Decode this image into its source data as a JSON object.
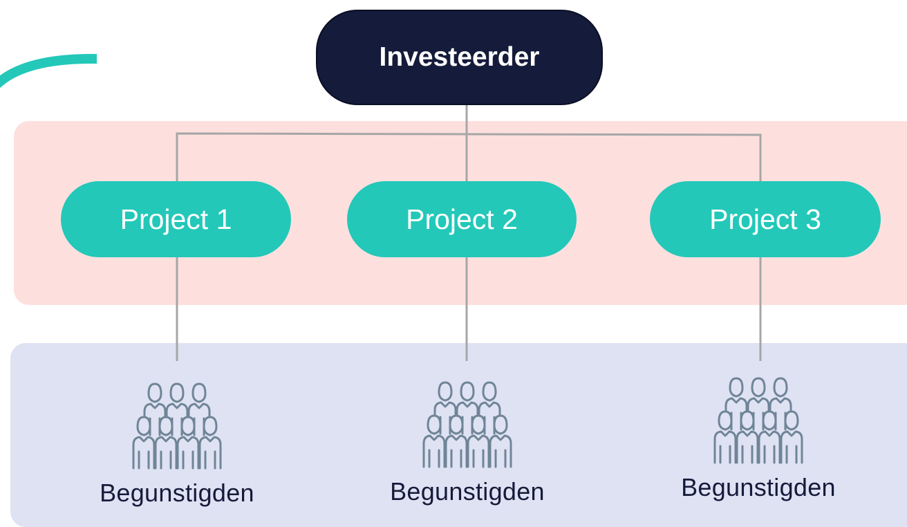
{
  "diagram": {
    "root": {
      "label": "Investeerder"
    },
    "projects": [
      {
        "label": "Project 1"
      },
      {
        "label": "Project 2"
      },
      {
        "label": "Project 3"
      }
    ],
    "beneficiaries": [
      {
        "label": "Begunstigden",
        "icon": "people-group-icon"
      },
      {
        "label": "Begunstigden",
        "icon": "people-group-icon"
      },
      {
        "label": "Begunstigden",
        "icon": "people-group-icon"
      }
    ]
  },
  "colors": {
    "root_fill": "#151b3a",
    "project_fill": "#23c8b9",
    "projects_band": "#fde0de",
    "beneficiaries_band": "#dfe2f3",
    "connector": "#a6a6a6",
    "icon_stroke": "#6f8597",
    "accent_stroke": "#23c8b9"
  }
}
